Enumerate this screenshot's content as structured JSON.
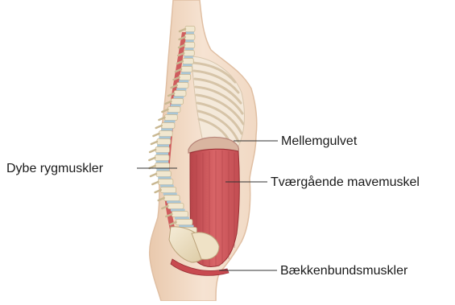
{
  "labels": {
    "diaphragm": "Mellemgulvet",
    "deep_back_muscles": "Dybe rygmuskler",
    "transverse_abdominal": "Tværgående mavemuskel",
    "pelvic_floor": "Bækkenbundsmuskler"
  },
  "colors": {
    "skin": "#f3ddc9",
    "skin_outline": "#e2c2a6",
    "muscle": "#d35a5c",
    "muscle_dark": "#b03a3e",
    "bone": "#f1e7cf",
    "bone_outline": "#c9b892",
    "disc": "#a9c6d6",
    "rib": "#ece3d1",
    "leader_line": "#333333"
  }
}
